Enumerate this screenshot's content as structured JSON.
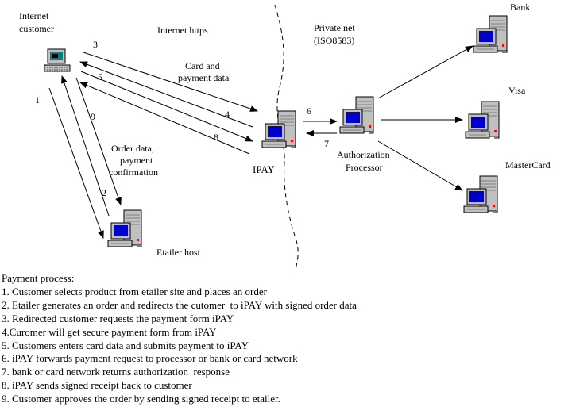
{
  "labels": {
    "internet_customer_line1": "Internet",
    "internet_customer_line2": "customer",
    "internet_https": "Internet https",
    "private_net_line1": "Private net",
    "private_net_line2": "(ISO8583)",
    "card_payment_line1": "Card and",
    "card_payment_line2": "payment data",
    "order_data_line1": "Order data,",
    "order_data_line2": "payment",
    "order_data_line3": "confirmation",
    "ipay": "IPAY",
    "auth_line1": "Authorization",
    "auth_line2": "Processor",
    "bank": "Bank",
    "visa": "Visa",
    "mastercard": "MasterCard",
    "etailer_host": "Etailer host"
  },
  "arrow_numbers": {
    "n1": "1",
    "n2": "2",
    "n3": "3",
    "n4": "4",
    "n5": "5",
    "n6": "6",
    "n7": "7",
    "n8": "8",
    "n9": "9"
  },
  "process": {
    "title": "Payment process:",
    "steps": [
      "1. Customer selects product from etailer site and places an order",
      "2. Etailer generates an order and redirects the cutomer  to iPAY with signed order data",
      "3. Redirected customer requests the payment form iPAY",
      "4.Curomer will get secure payment form from iPAY",
      "5. Customers enters card data and submits payment to iPAY",
      "6. iPAY forwards payment request to processor or bank or card network",
      "7. bank or card network returns authorization  response",
      "8. iPAY sends signed receipt back to customer",
      "9. Customer approves the order by sending signed receipt to etailer."
    ]
  },
  "colors": {
    "screen": "#0000cc",
    "case": "#c0c0c0",
    "led": "#ff0000",
    "terminal_screen": "#008080"
  }
}
